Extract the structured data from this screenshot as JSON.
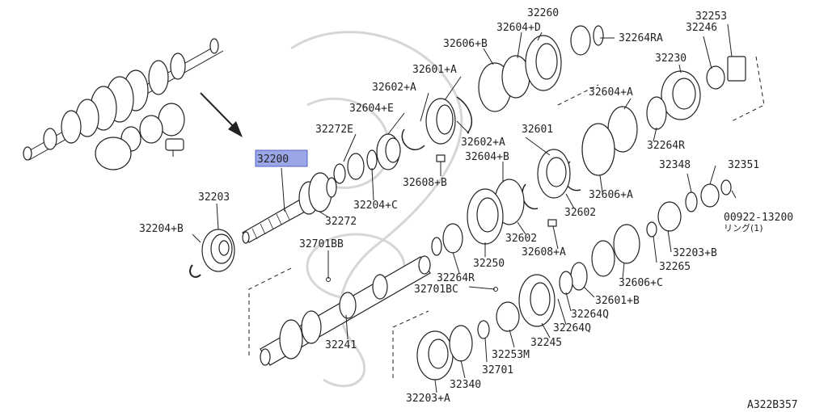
{
  "diagram_code": "A322B357",
  "highlighted": "32200",
  "labels": {
    "l32260": "32260",
    "l32604D": "32604+D",
    "l32253": "32253",
    "l32606B": "32606+B",
    "l32264RA": "32264RA",
    "l32246": "32246",
    "l32230": "32230",
    "l32601A": "32601+A",
    "l32602A_top": "32602+A",
    "l32604E": "32604+E",
    "l32604A": "32604+A",
    "l32272E": "32272E",
    "l32602A_mid": "32602+A",
    "l32601": "32601",
    "l32264R_top": "32264R",
    "l32200": "32200",
    "l32604B": "32604+B",
    "l32608B": "32608+B",
    "l32348": "32348",
    "l32351": "32351",
    "l32203": "32203",
    "l32204C": "32204+C",
    "l32606A": "32606+A",
    "l32272": "32272",
    "l32602_a": "32602",
    "l00922": "00922-13200",
    "l_ring": "リング(1)",
    "l32204B": "32204+B",
    "l32602_b": "32602",
    "l32203B": "32203+B",
    "l32701BB": "32701BB",
    "l32608A": "32608+A",
    "l32250": "32250",
    "l32265": "32265",
    "l32264R_bot": "32264R",
    "l32606C": "32606+C",
    "l32701BC": "32701BC",
    "l32601B": "32601+B",
    "l32264Q_a": "32264Q",
    "l32264Q_b": "32264Q",
    "l32241": "32241",
    "l32245": "32245",
    "l32253M": "32253M",
    "l32701": "32701",
    "l32340": "32340",
    "l32203A": "32203+A"
  }
}
